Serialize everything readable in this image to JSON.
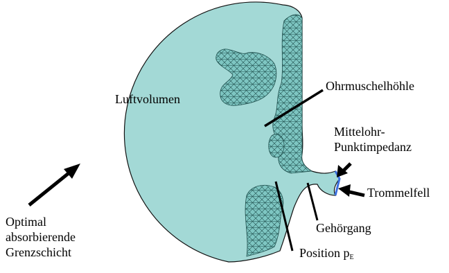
{
  "labels": {
    "air_volume": "Luftvolumen",
    "concha": "Ohrmuschelhöhle",
    "middle_ear_line1": "Mittelohr-",
    "middle_ear_line2": "Punktimpedanz",
    "eardrum": "Trommelfell",
    "ear_canal": "Gehörgang",
    "position_prefix": "Position p",
    "position_subscript": "E",
    "boundary_line1": "Optimal",
    "boundary_line2": "absorbierende",
    "boundary_line3": "Grenzschicht"
  },
  "colors": {
    "domain_fill": "#a3d9d6",
    "mesh_fill": "#7ec6c2",
    "mesh_line": "#1f4f4d",
    "outline": "#111111",
    "eardrum_accent": "#3a6fe0"
  }
}
